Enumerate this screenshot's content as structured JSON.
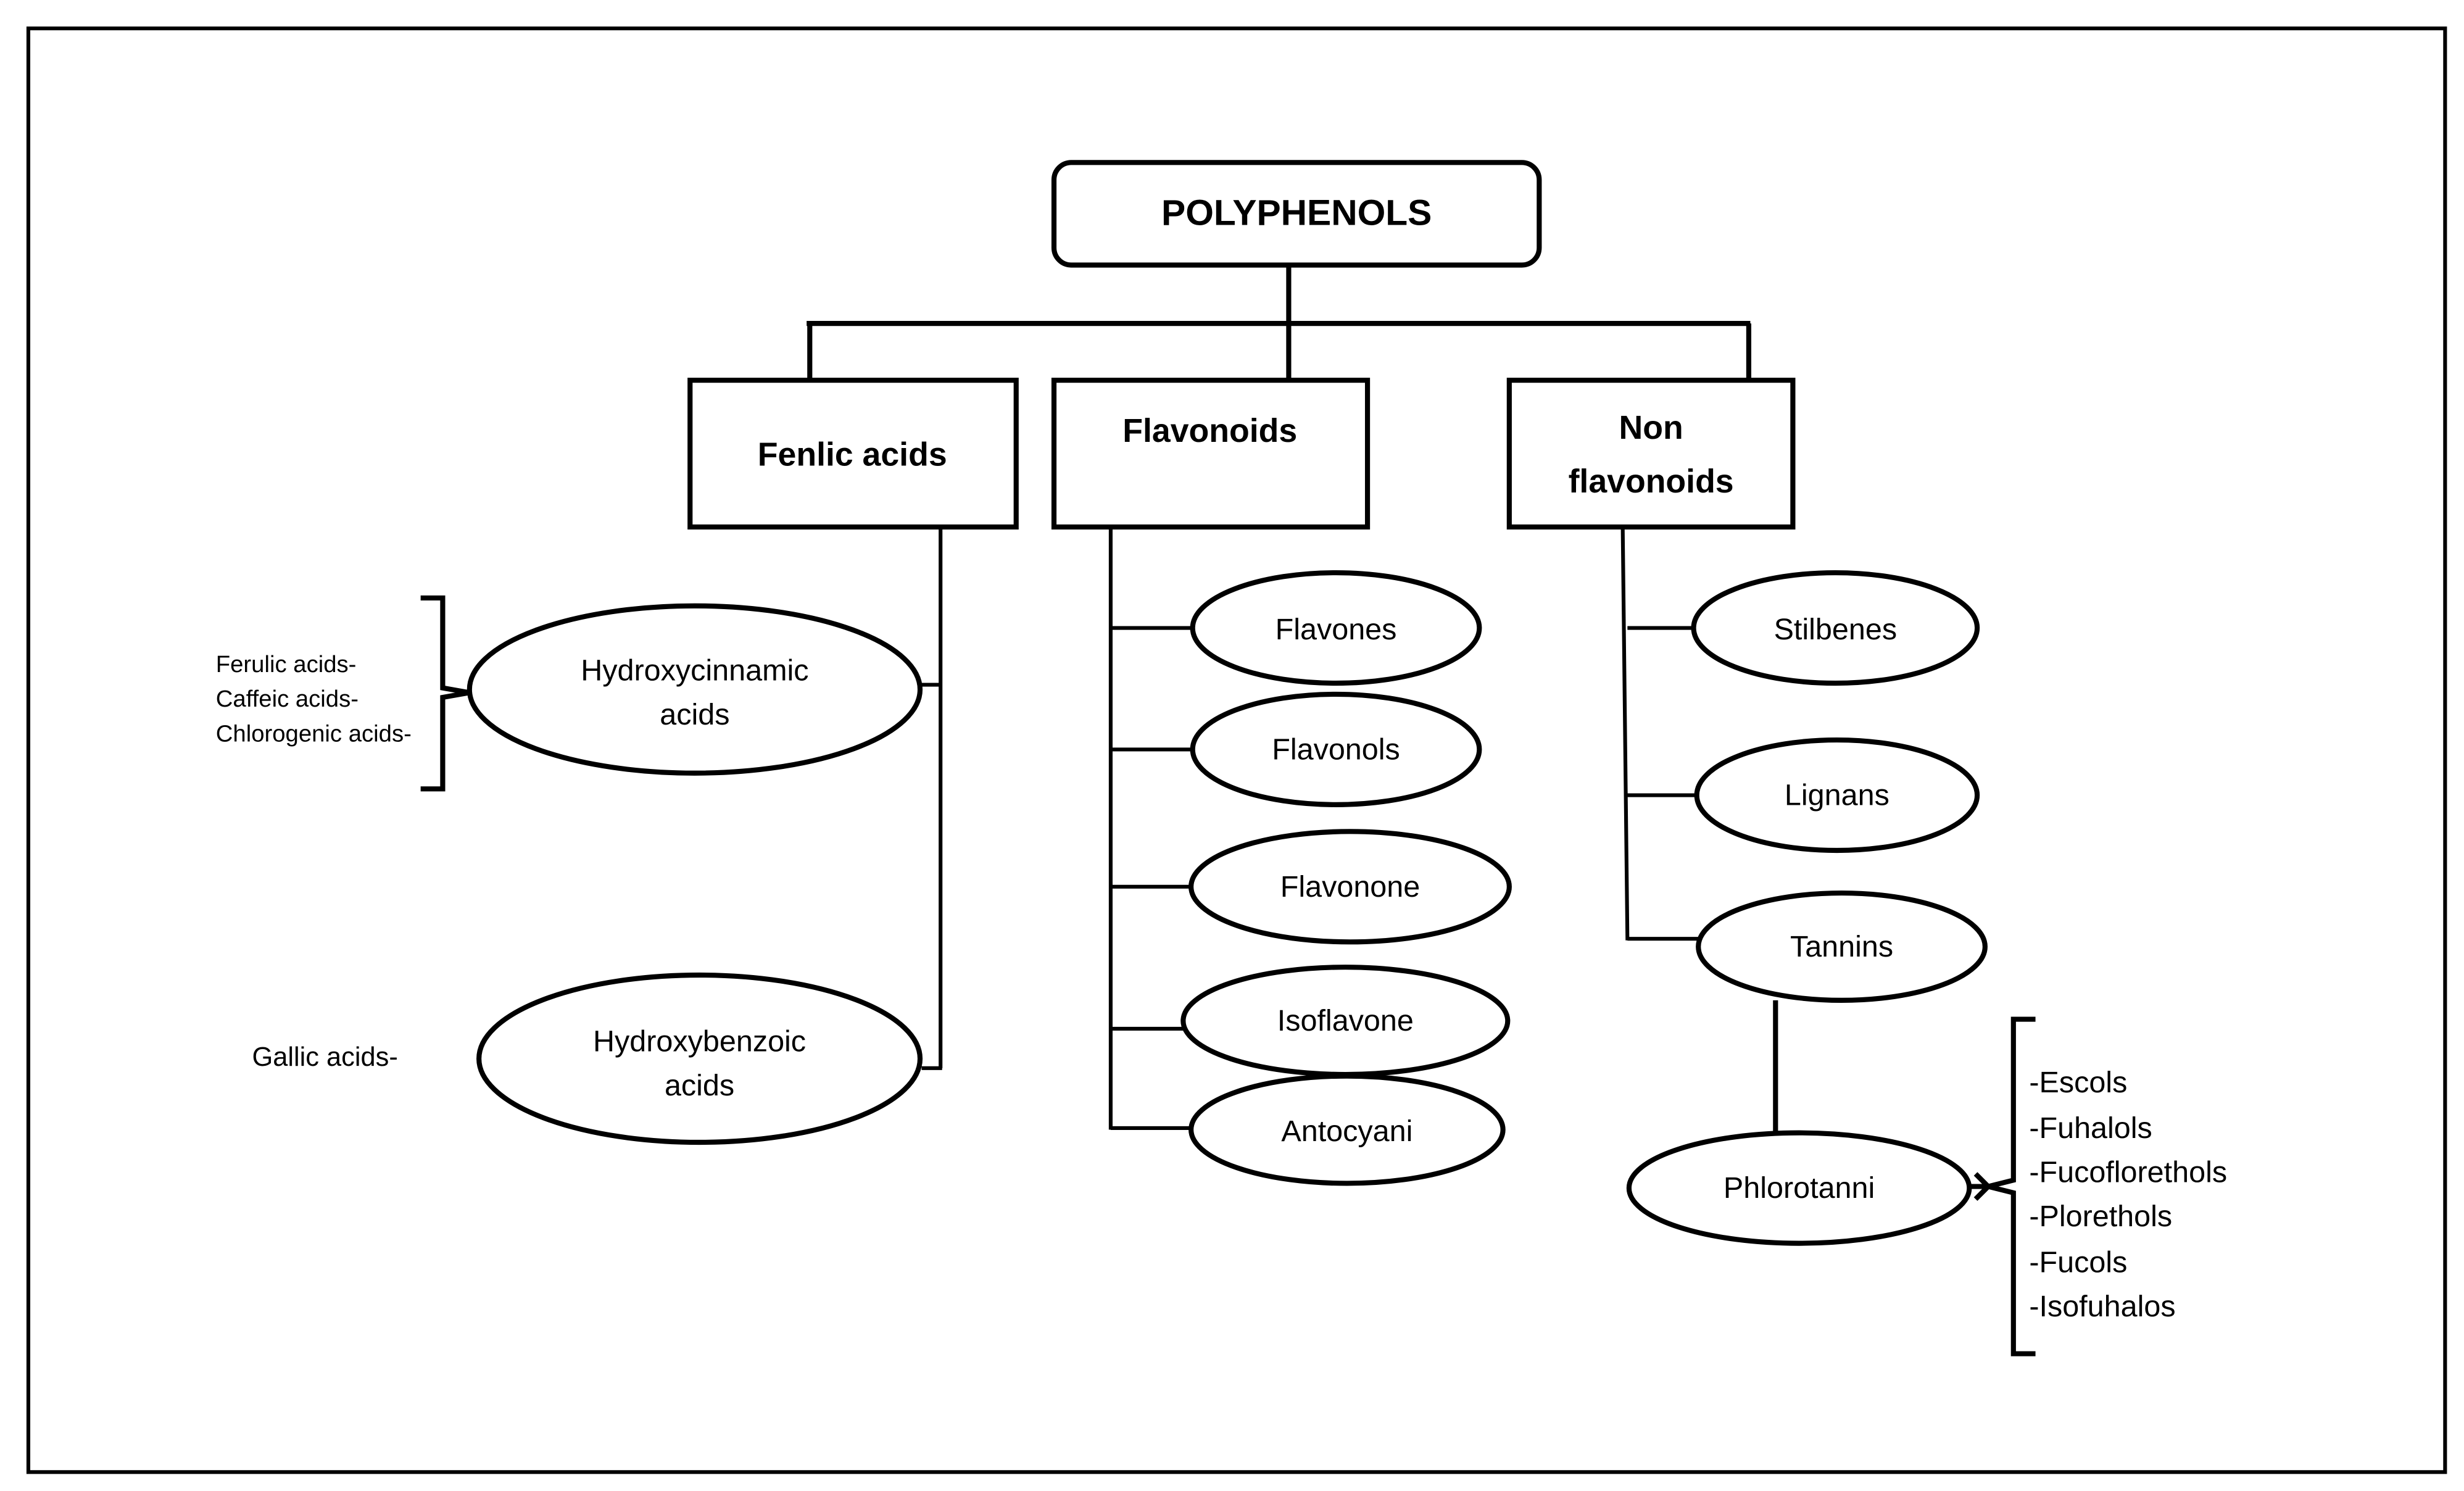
{
  "root": {
    "label": "POLYPHENOLS"
  },
  "categories": [
    {
      "key": "phenolic",
      "label_lines": [
        "Fenlic acids"
      ]
    },
    {
      "key": "flavonoids",
      "label_lines": [
        "Flavonoids"
      ]
    },
    {
      "key": "non-flavonoids",
      "label_lines": [
        "Non",
        "flavonoids"
      ]
    }
  ],
  "phenolic_subclasses": [
    {
      "label_lines": [
        "Hydroxycinnamic",
        "acids"
      ],
      "examples": [
        "Ferulic acids-",
        "Caffeic acids-",
        "Chlorogenic acids-"
      ]
    },
    {
      "label_lines": [
        "Hydroxybenzoic",
        "acids"
      ],
      "examples": [
        "Gallic acids-"
      ]
    }
  ],
  "flavonoid_subclasses": [
    "Flavones",
    "Flavonols",
    "Flavonone",
    "Isoflavone",
    "Antocyani"
  ],
  "non_flavonoid_subclasses": [
    "Stilbenes",
    "Lignans",
    "Tannins"
  ],
  "tannin_subclass": {
    "label": "Phlorotanni",
    "examples": [
      "-Escols",
      "-Fuhalols",
      "-Fucoflorethols",
      "-Plorethols",
      "-Fucols",
      "-Isofuhalos"
    ]
  }
}
